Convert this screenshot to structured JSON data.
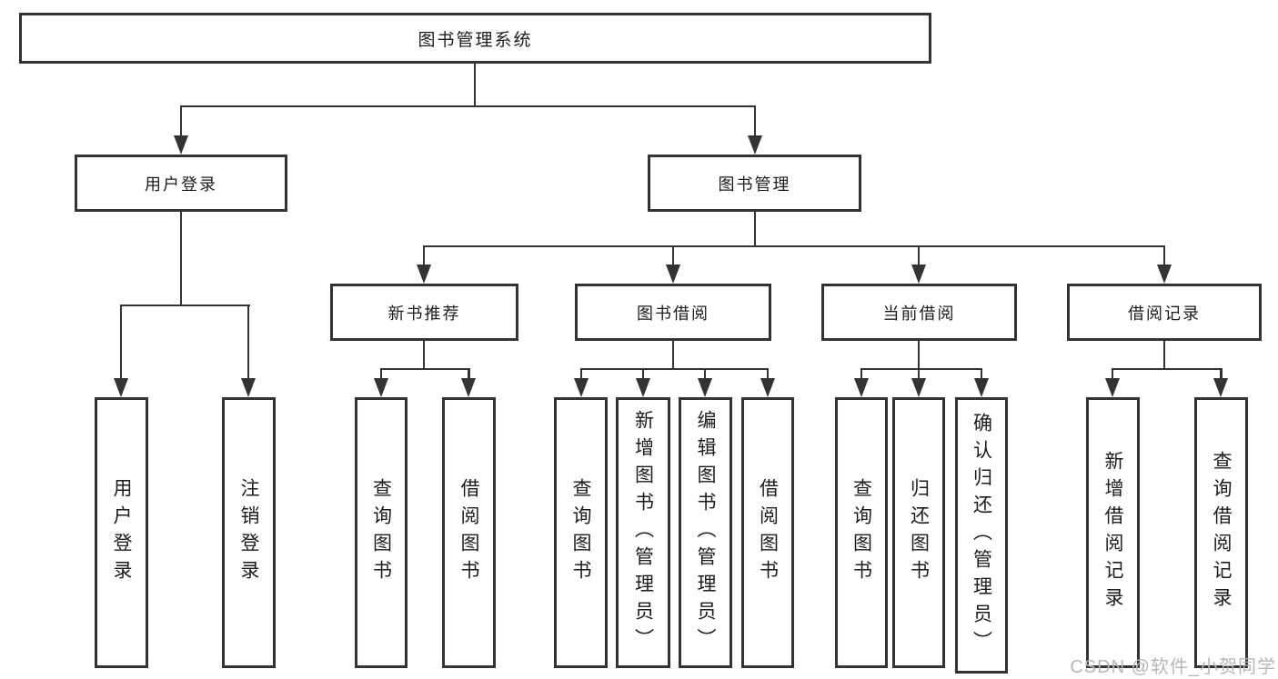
{
  "diagram": {
    "type": "hierarchy-tree",
    "colors": {
      "line": "#333333",
      "box_background": "#ffffff",
      "text": "#1c1c1c",
      "watermark": "#b6b6bc"
    },
    "tree": {
      "label": "图书管理系统",
      "children": [
        {
          "label": "用户登录",
          "children": [
            {
              "label": "用户登录"
            },
            {
              "label": "注销登录"
            }
          ]
        },
        {
          "label": "图书管理",
          "children": [
            {
              "label": "新书推荐",
              "children": [
                {
                  "label": "查询图书"
                },
                {
                  "label": "借阅图书"
                }
              ]
            },
            {
              "label": "图书借阅",
              "children": [
                {
                  "label": "查询图书"
                },
                {
                  "label": "新增图书（管理员）"
                },
                {
                  "label": "编辑图书（管理员）"
                },
                {
                  "label": "借阅图书"
                }
              ]
            },
            {
              "label": "当前借阅",
              "children": [
                {
                  "label": "查询图书"
                },
                {
                  "label": "归还图书"
                },
                {
                  "label": "确认归还（管理员）"
                }
              ]
            },
            {
              "label": "借阅记录",
              "children": [
                {
                  "label": "新增借阅记录"
                },
                {
                  "label": "查询借阅记录"
                }
              ]
            }
          ]
        }
      ]
    },
    "watermark": "CSDN @软件_小贺同学"
  }
}
